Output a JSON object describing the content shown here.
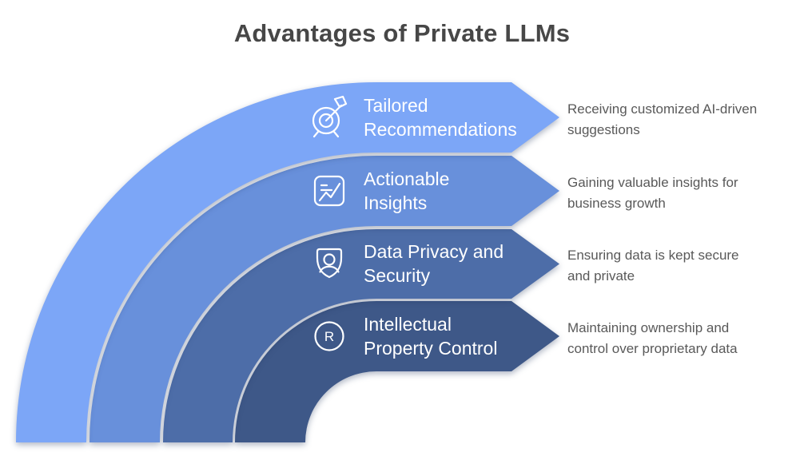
{
  "title": "Advantages of Private LLMs",
  "colors": {
    "background": "#FFFFFF",
    "title_text": "#474747",
    "band_label_text": "#FFFFFF",
    "description_text": "#595959",
    "icon_stroke": "#FFFFFF"
  },
  "items": [
    {
      "label": "Tailored\nRecommendations",
      "description": "Receiving customized AI-driven\nsuggestions",
      "icon": "target-dart-icon",
      "color": "#7CA6F7"
    },
    {
      "label": "Actionable\nInsights",
      "description": "Gaining valuable insights for\nbusiness growth",
      "icon": "chart-insights-icon",
      "color": "#6890DB"
    },
    {
      "label": "Data Privacy and\nSecurity",
      "description": "Ensuring data is kept secure\nand private",
      "icon": "shield-user-icon",
      "color": "#4D6DA8"
    },
    {
      "label": "Intellectual\nProperty Control",
      "description": "Maintaining ownership and\ncontrol over proprietary data",
      "icon": "registered-mark-icon",
      "icon_letter": "R",
      "color": "#3E5888"
    }
  ]
}
